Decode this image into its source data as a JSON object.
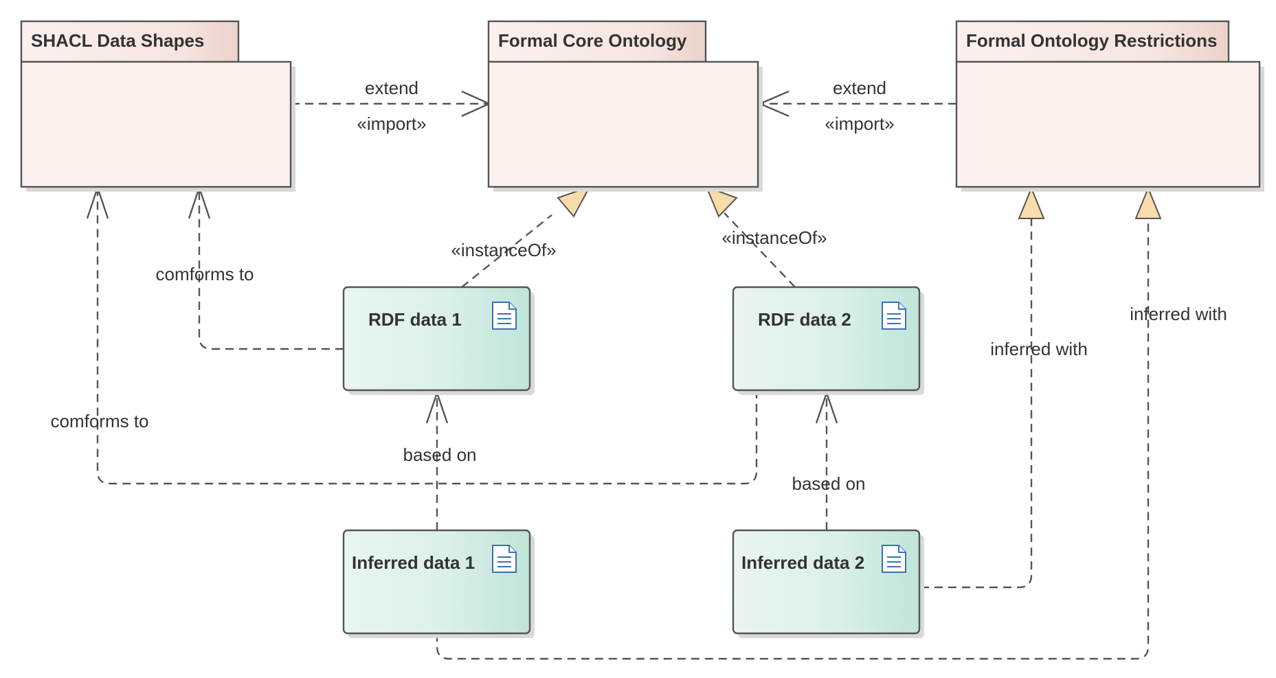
{
  "packages": {
    "shacl": {
      "title": "SHACL Data Shapes"
    },
    "core": {
      "title": "Formal Core Ontology"
    },
    "restrictions": {
      "title": "Formal Ontology Restrictions"
    }
  },
  "artifacts": {
    "rdf1": {
      "title": "RDF data 1",
      "icon": "document-icon"
    },
    "rdf2": {
      "title": "RDF data 2",
      "icon": "document-icon"
    },
    "inf1": {
      "title": "Inferred data 1",
      "icon": "document-icon"
    },
    "inf2": {
      "title": "Inferred data 2",
      "icon": "document-icon"
    }
  },
  "connectors": {
    "shacl_to_core": {
      "name": "extend",
      "stereotype": "«import»"
    },
    "restrictions_to_core": {
      "name": "extend",
      "stereotype": "«import»"
    },
    "rdf1_to_core": {
      "stereotype": "«instanceOf»"
    },
    "rdf2_to_core": {
      "stereotype": "«instanceOf»"
    },
    "rdf1_to_shacl": {
      "name": "comforms to"
    },
    "rdf2_to_shacl": {
      "name": "comforms to"
    },
    "inf1_to_rdf1": {
      "name": "based on"
    },
    "inf2_to_rdf2": {
      "name": "based on"
    },
    "inf2_to_restrictions": {
      "name": "inferred with"
    },
    "inf1_to_restrictions": {
      "name": "inferred with"
    }
  },
  "colors": {
    "package_body": "#fbf1ef",
    "package_tab": "#ecd2ca",
    "artifact_fill": "#bfe5d8",
    "generalization_arrow": "#f8dcaa",
    "icon": "#3b6fb6"
  }
}
